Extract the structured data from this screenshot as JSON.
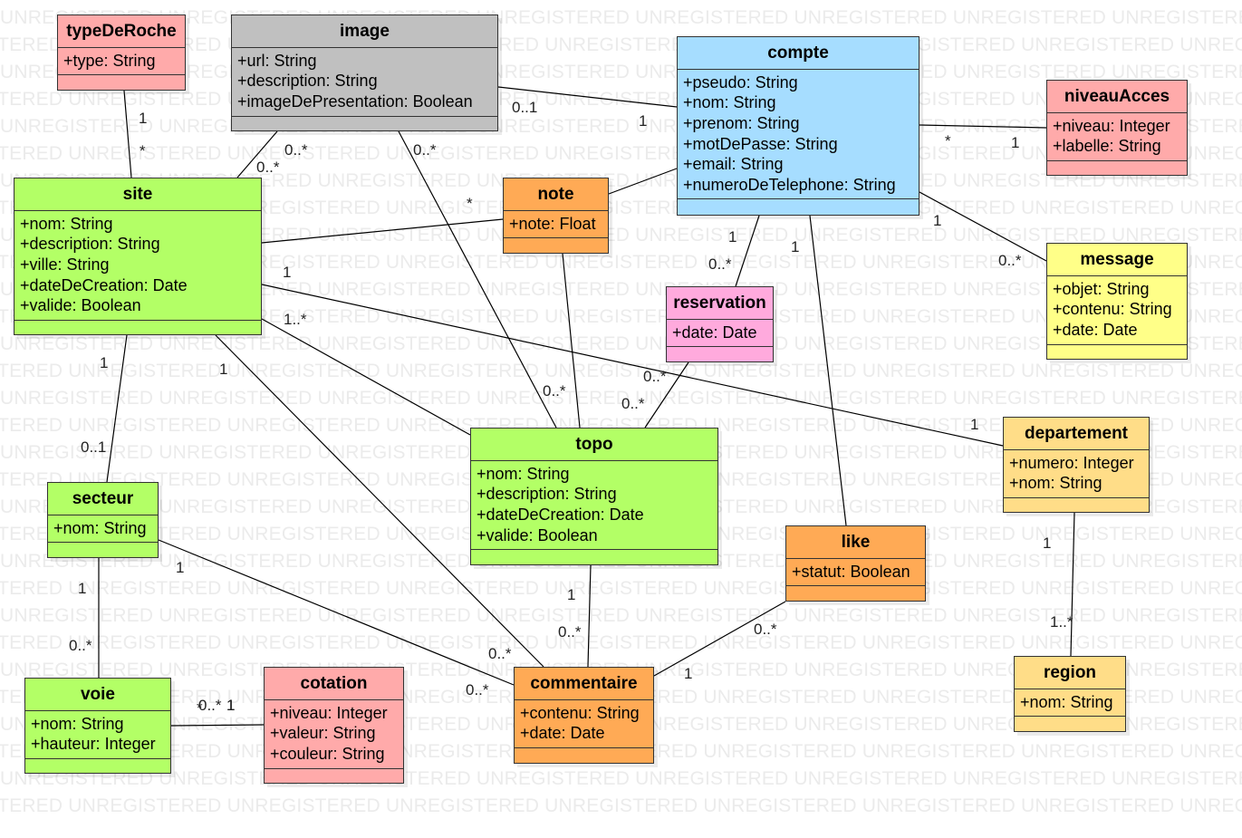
{
  "watermark": "UNREGISTERED",
  "colors": {
    "green": "#b3ff66",
    "blue": "#a6ddff",
    "gray": "#c0c0c0",
    "pink": "#ffaaaa",
    "orange": "#ffaa55",
    "magenta": "#ffaadd",
    "yellow": "#ffff88",
    "gold": "#ffdd88"
  },
  "classes": [
    {
      "id": "typeDeRoche",
      "name": "typeDeRoche",
      "color": "pink",
      "attrs": [
        "+type: String"
      ]
    },
    {
      "id": "image",
      "name": "image",
      "color": "gray",
      "attrs": [
        "+url: String",
        "+description: String",
        "+imageDePresentation: Boolean"
      ]
    },
    {
      "id": "compte",
      "name": "compte",
      "color": "blue",
      "attrs": [
        "+pseudo: String",
        "+nom: String",
        "+prenom: String",
        "+motDePasse: String",
        "+email: String",
        "+numeroDeTelephone: String"
      ]
    },
    {
      "id": "niveauAcces",
      "name": "niveauAcces",
      "color": "pink",
      "attrs": [
        "+niveau: Integer",
        "+labelle: String"
      ]
    },
    {
      "id": "site",
      "name": "site",
      "color": "green",
      "attrs": [
        "+nom: String",
        "+description: String",
        "+ville: String",
        "+dateDeCreation: Date",
        "+valide: Boolean"
      ]
    },
    {
      "id": "note",
      "name": "note",
      "color": "orange",
      "attrs": [
        "+note: Float"
      ]
    },
    {
      "id": "reservation",
      "name": "reservation",
      "color": "magenta",
      "attrs": [
        "+date: Date"
      ]
    },
    {
      "id": "message",
      "name": "message",
      "color": "yellow",
      "attrs": [
        "+objet: String",
        "+contenu: String",
        "+date: Date"
      ]
    },
    {
      "id": "topo",
      "name": "topo",
      "color": "green",
      "attrs": [
        "+nom: String",
        "+description: String",
        "+dateDeCreation: Date",
        "+valide: Boolean"
      ]
    },
    {
      "id": "departement",
      "name": "departement",
      "color": "gold",
      "attrs": [
        "+numero: Integer",
        "+nom: String"
      ]
    },
    {
      "id": "secteur",
      "name": "secteur",
      "color": "green",
      "attrs": [
        "+nom: String"
      ]
    },
    {
      "id": "like",
      "name": "like",
      "color": "orange",
      "attrs": [
        "+statut: Boolean"
      ]
    },
    {
      "id": "voie",
      "name": "voie",
      "color": "green",
      "attrs": [
        "+nom: String",
        "+hauteur: Integer"
      ]
    },
    {
      "id": "cotation",
      "name": "cotation",
      "color": "pink",
      "attrs": [
        "+niveau: Integer",
        "+valeur: String",
        "+couleur: String"
      ]
    },
    {
      "id": "commentaire",
      "name": "commentaire",
      "color": "orange",
      "attrs": [
        "+contenu: String",
        "+date: Date"
      ]
    },
    {
      "id": "region",
      "name": "region",
      "color": "gold",
      "attrs": [
        "+nom: String"
      ]
    }
  ],
  "multiplicities": [
    "1",
    "*",
    "0..1",
    "1",
    "0..*",
    "0..*",
    "0..*",
    "*",
    "*",
    "1",
    "1",
    "0..*",
    "1",
    "0..*",
    "1",
    "0..*",
    "1",
    "0..*",
    "1..*",
    "1",
    "0..*",
    "1",
    "0..1",
    "1",
    "1",
    "1..*",
    "1",
    "1",
    "0..*",
    "1",
    "0..*",
    "0..*",
    "0..*",
    "1",
    "0..*",
    "1",
    "0..*",
    "*",
    "1"
  ]
}
